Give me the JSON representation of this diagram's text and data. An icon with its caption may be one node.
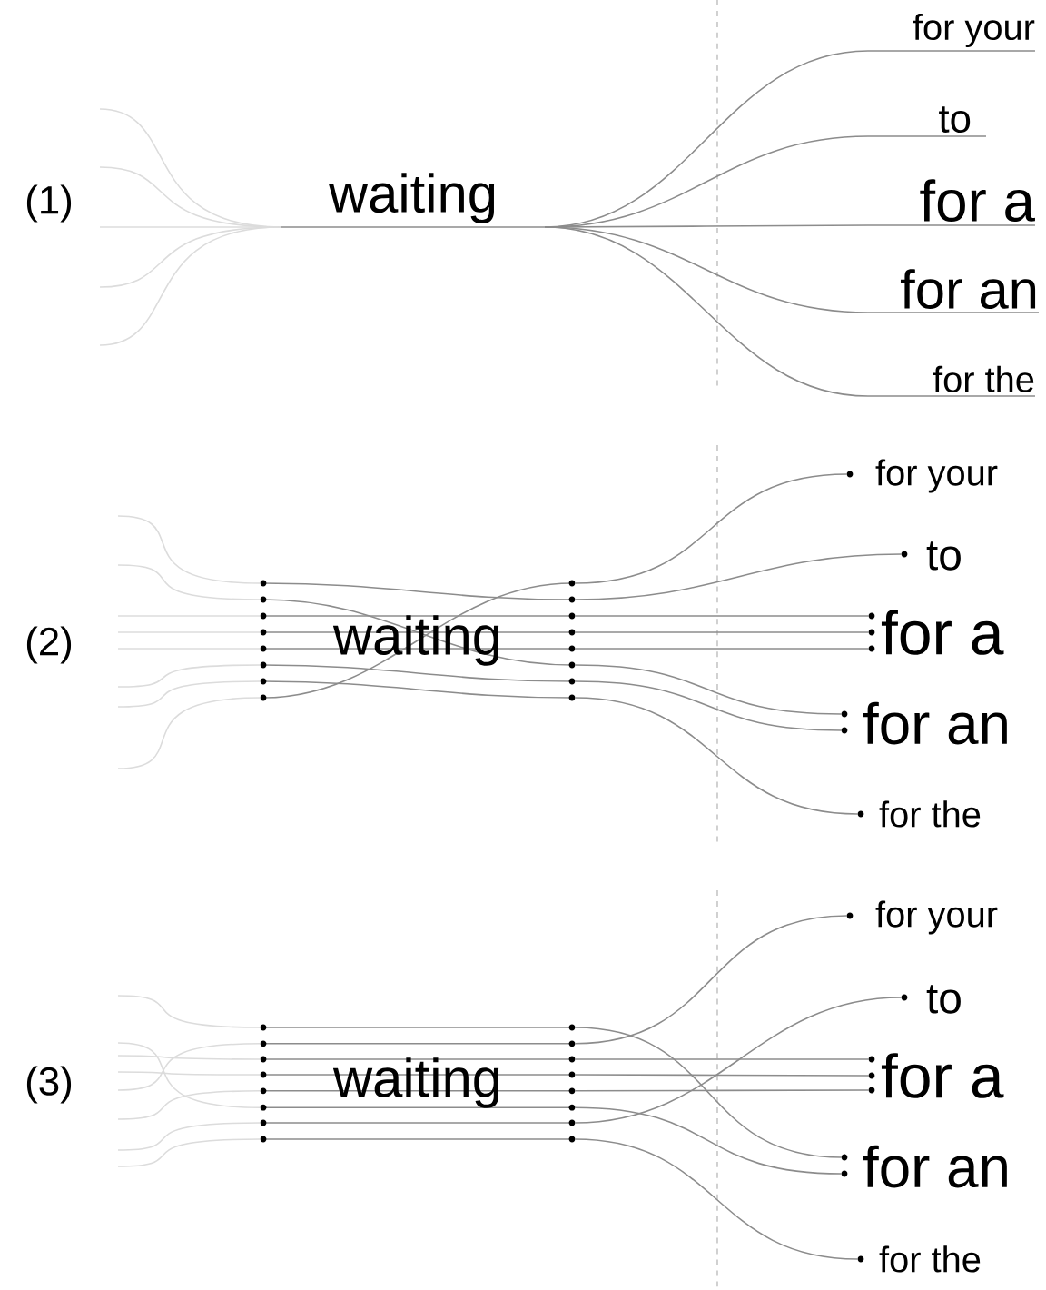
{
  "diagram": {
    "nodes": [
      {
        "text": [
          "waiting"
        ]
      },
      {
        "text": [
          "for your"
        ]
      },
      {
        "text": [
          "to"
        ]
      },
      {
        "text": [
          "for a"
        ]
      },
      {
        "text": [
          "for an"
        ]
      },
      {
        "text": [
          "for the"
        ]
      },
      {
        "text": [
          "waiting"
        ]
      },
      {
        "text": [
          "for your"
        ]
      },
      {
        "text": [
          "to"
        ]
      },
      {
        "text": [
          "for a"
        ]
      },
      {
        "text": [
          "for an"
        ]
      },
      {
        "text": [
          "for the"
        ]
      },
      {
        "text": [
          "waiting"
        ]
      },
      {
        "text": [
          "for your"
        ]
      },
      {
        "text": [
          "to"
        ]
      },
      {
        "text": [
          "for a"
        ]
      },
      {
        "text": [
          "for an"
        ]
      },
      {
        "text": [
          "for the"
        ]
      }
    ],
    "edges": [
      {
        "from": null,
        "to": 0,
        "arrow": "none",
        "color": "#dcdcdc"
      },
      {
        "from": null,
        "to": 0,
        "arrow": "none",
        "color": "#dcdcdc"
      },
      {
        "from": null,
        "to": 0,
        "arrow": "none",
        "color": "#dcdcdc"
      },
      {
        "from": null,
        "to": 0,
        "arrow": "none",
        "color": "#dcdcdc"
      },
      {
        "from": null,
        "to": 0,
        "arrow": "none",
        "color": "#dcdcdc"
      },
      {
        "from": 0,
        "to": 1,
        "arrow": "none"
      },
      {
        "from": 0,
        "to": 2,
        "arrow": "none"
      },
      {
        "from": 0,
        "to": 3,
        "arrow": "none"
      },
      {
        "from": 0,
        "to": 4,
        "arrow": "none"
      },
      {
        "from": 0,
        "to": 5,
        "arrow": "none"
      },
      {
        "from": null,
        "to": 6,
        "arrow": "none",
        "color": "#dcdcdc"
      },
      {
        "from": null,
        "to": 6,
        "arrow": "none",
        "color": "#dcdcdc"
      },
      {
        "from": null,
        "to": 6,
        "arrow": "none",
        "color": "#dcdcdc"
      },
      {
        "from": null,
        "to": 6,
        "arrow": "none",
        "color": "#dcdcdc"
      },
      {
        "from": null,
        "to": 6,
        "arrow": "none",
        "color": "#dcdcdc"
      },
      {
        "from": null,
        "to": 6,
        "arrow": "none",
        "color": "#dcdcdc"
      },
      {
        "from": null,
        "to": 6,
        "arrow": "none",
        "color": "#dcdcdc"
      },
      {
        "from": null,
        "to": 6,
        "arrow": "none",
        "color": "#dcdcdc"
      },
      {
        "from": 6,
        "to": 7,
        "arrow": "none"
      },
      {
        "from": 6,
        "to": 8,
        "arrow": "none"
      },
      {
        "from": 6,
        "to": 9,
        "arrow": "none"
      },
      {
        "from": 6,
        "to": 9,
        "arrow": "none"
      },
      {
        "from": 6,
        "to": 9,
        "arrow": "none"
      },
      {
        "from": 6,
        "to": 10,
        "arrow": "none"
      },
      {
        "from": 6,
        "to": 10,
        "arrow": "none"
      },
      {
        "from": 6,
        "to": 11,
        "arrow": "none"
      },
      {
        "from": null,
        "to": 12,
        "arrow": "none",
        "color": "#dcdcdc"
      },
      {
        "from": null,
        "to": 12,
        "arrow": "none",
        "color": "#dcdcdc"
      },
      {
        "from": null,
        "to": 12,
        "arrow": "none",
        "color": "#dcdcdc"
      },
      {
        "from": null,
        "to": 12,
        "arrow": "none",
        "color": "#dcdcdc"
      },
      {
        "from": null,
        "to": 12,
        "arrow": "none",
        "color": "#dcdcdc"
      },
      {
        "from": null,
        "to": 12,
        "arrow": "none",
        "color": "#dcdcdc"
      },
      {
        "from": null,
        "to": 12,
        "arrow": "none",
        "color": "#dcdcdc"
      },
      {
        "from": null,
        "to": 12,
        "arrow": "none",
        "color": "#dcdcdc"
      },
      {
        "from": 12,
        "to": 16,
        "arrow": "none"
      },
      {
        "from": 12,
        "to": 13,
        "arrow": "none"
      },
      {
        "from": 12,
        "to": 15,
        "arrow": "none"
      },
      {
        "from": 12,
        "to": 15,
        "arrow": "none"
      },
      {
        "from": 12,
        "to": 15,
        "arrow": "none"
      },
      {
        "from": 12,
        "to": 16,
        "arrow": "none"
      },
      {
        "from": 12,
        "to": 14,
        "arrow": "none"
      },
      {
        "from": 12,
        "to": 17,
        "arrow": "none"
      }
    ],
    "labels": [
      "(1)",
      "(2)",
      "(3)"
    ]
  }
}
